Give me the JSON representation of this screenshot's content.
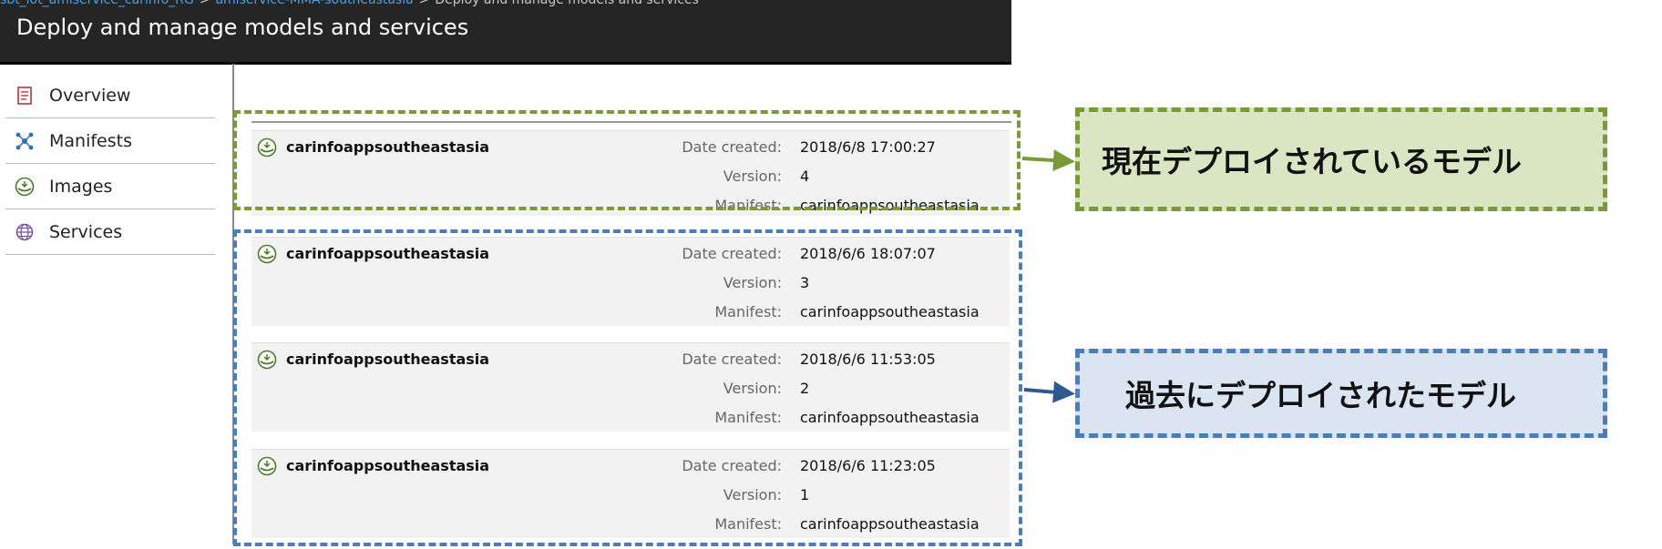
{
  "breadcrumb": {
    "items": [
      "sbt_iot_amiservice_carinfo_RG",
      "amiservice-MMA-southeastasia",
      "Deploy and manage models and services"
    ]
  },
  "header": {
    "title": "Deploy and manage models and services"
  },
  "sidebar": {
    "items": [
      {
        "label": "Overview",
        "icon": "document-icon"
      },
      {
        "label": "Manifests",
        "icon": "network-icon"
      },
      {
        "label": "Images",
        "icon": "model-icon"
      },
      {
        "label": "Services",
        "icon": "globe-icon"
      }
    ]
  },
  "labels": {
    "date_created": "Date created:",
    "version": "Version:",
    "manifest": "Manifest:"
  },
  "models": [
    {
      "name": "carinfoappsoutheastasia",
      "date_created": "2018/6/8 17:00:27",
      "version": "4",
      "manifest": "carinfoappsoutheastasia"
    },
    {
      "name": "carinfoappsoutheastasia",
      "date_created": "2018/6/6 18:07:07",
      "version": "3",
      "manifest": "carinfoappsoutheastasia"
    },
    {
      "name": "carinfoappsoutheastasia",
      "date_created": "2018/6/6 11:53:05",
      "version": "2",
      "manifest": "carinfoappsoutheastasia"
    },
    {
      "name": "carinfoappsoutheastasia",
      "date_created": "2018/6/6 11:23:05",
      "version": "1",
      "manifest": "carinfoappsoutheastasia"
    }
  ],
  "annotations": {
    "current": "現在デプロイされているモデル",
    "past": "過去にデプロイされたモデル"
  },
  "colors": {
    "green": "#7a9a3a",
    "green_fill": "#d8e6c4",
    "blue": "#4a7ebb",
    "blue_fill": "#dbe5f2",
    "header_bg": "#252525"
  }
}
